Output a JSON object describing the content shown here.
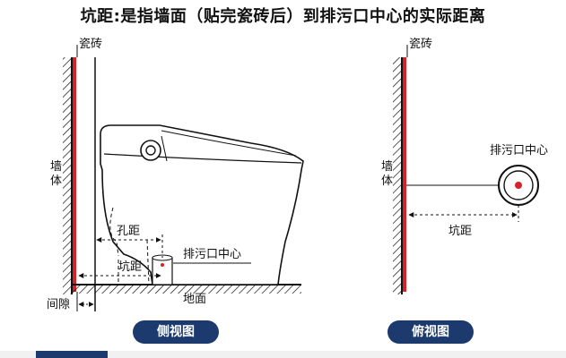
{
  "title": "坑距:是指墙面（贴完瓷砖后）到排污口中心的实际距离",
  "side_view": {
    "tile_label": "瓷砖",
    "wall_label_top": "墙",
    "wall_label_bottom": "体",
    "hole_distance_label": "孔距",
    "pit_distance_label": "坑距",
    "drain_center_label": "排污口中心",
    "floor_label": "地面",
    "gap_label": "间隙",
    "view_name": "侧视图"
  },
  "top_view": {
    "tile_label": "瓷砖",
    "wall_label_top": "墙",
    "wall_label_bottom": "体",
    "drain_center_label": "排污口中心",
    "pit_distance_label": "坑距",
    "view_name": "俯视图"
  },
  "colors": {
    "tile_red": "#d6232a",
    "pill_navy": "#1d3a6e",
    "line": "#111111"
  }
}
